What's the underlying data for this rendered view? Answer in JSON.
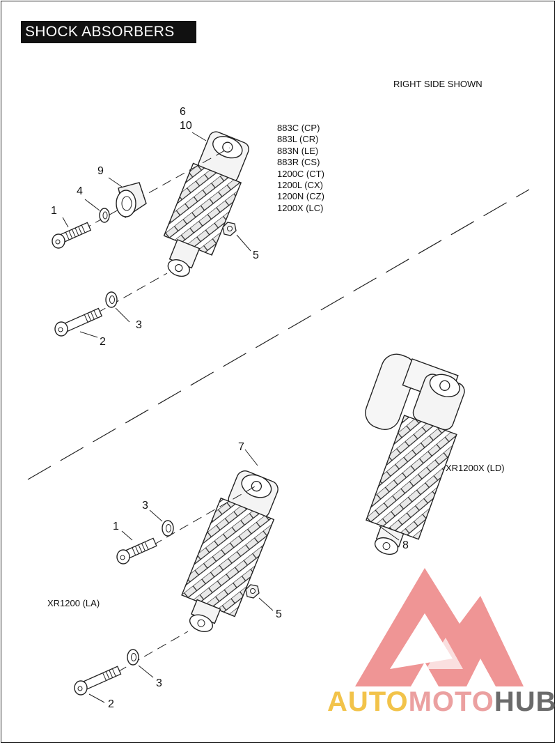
{
  "title": "SHOCK ABSORBERS",
  "note": "RIGHT SIDE SHOWN",
  "models_top": [
    "883C (CP)",
    "883L (CR)",
    "883N (LE)",
    "883R (CS)",
    "1200C (CT)",
    "1200L (CX)",
    "1200N (CZ)",
    "1200X (LC)"
  ],
  "model_mid": "XR1200X (LD)",
  "model_bottom": "XR1200 (LA)",
  "callouts": {
    "top_6": "6",
    "top_10": "10",
    "top_9": "9",
    "top_4": "4",
    "top_1": "1",
    "top_5": "5",
    "top_3": "3",
    "top_2": "2",
    "mid_8": "8",
    "bot_7": "7",
    "bot_3a": "3",
    "bot_1": "1",
    "bot_5": "5",
    "bot_3b": "3",
    "bot_2": "2"
  },
  "watermark": {
    "part1": "AUTO",
    "part2": "MOTO",
    "part3": "HUB"
  },
  "colors": {
    "watermark_red": "#ee7f7f",
    "watermark_yellow": "#f2c34a",
    "watermark_gray": "#6b6b6b"
  }
}
